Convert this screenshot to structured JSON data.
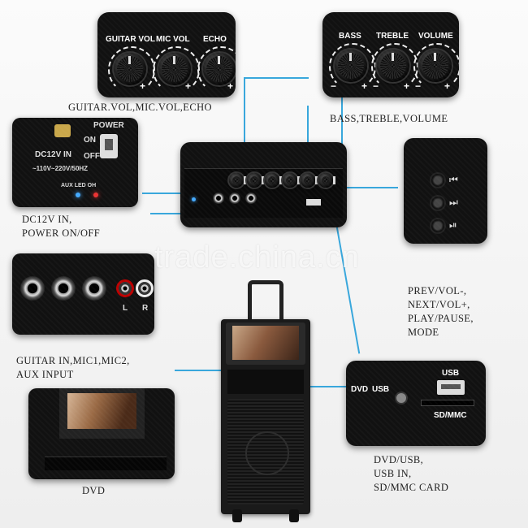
{
  "captions": {
    "guitar_mic_echo": "GUITAR.VOL,MIC.VOL,ECHO",
    "bass_treble_volume": "BASS,TREBLE,VOLUME",
    "dc_power": "DC12V IN,\nPOWER ON/OFF",
    "prev_next": "PREV/VOL-,\nNEXT/VOL+,\nPLAY/PAUSE,\nMODE",
    "guitar_in": "GUITAR IN,MIC1,MIC2,\nAUX INPUT",
    "dvd": "DVD",
    "dvd_usb": "DVD/USB,\nUSB IN,\nSD/MMC CARD"
  },
  "knob_labels": {
    "guitar_vol": "GUITAR VOL",
    "mic_vol": "MIC VOL",
    "echo": "ECHO",
    "bass": "BASS",
    "treble": "TREBLE",
    "volume": "VOLUME"
  },
  "power_panel": {
    "power": "POWER",
    "on": "ON",
    "off": "OFF",
    "dc12v": "DC12V IN",
    "voltage": "~110V~220V/50HZ",
    "aux_leds": "AUX LED  OH"
  },
  "aux_panel": {
    "l": "L",
    "r": "R"
  },
  "usb_panel": {
    "dvd": "DVD",
    "usb_switch": "USB",
    "usb": "USB",
    "sdmmc": "SD/MMC"
  },
  "watermark": "trade.china.cn",
  "colors": {
    "accent_line": "#39a7dc",
    "panel": "#111111"
  },
  "icons": {
    "prev": "⏮",
    "next": "⏭",
    "play_pause": "⏯"
  }
}
